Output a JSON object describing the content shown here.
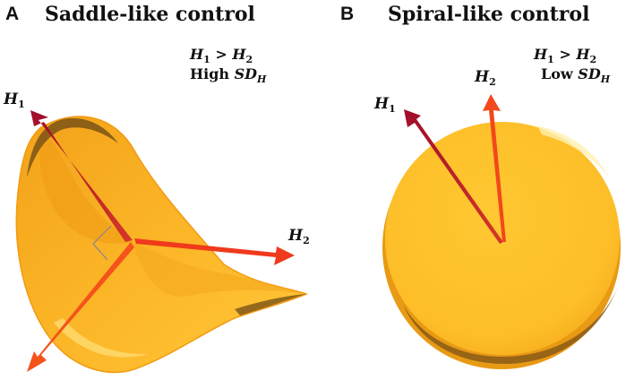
{
  "panels": {
    "a": {
      "letter": "A",
      "title": "Saddle-like control",
      "relation": {
        "h1": "H",
        "h1_sub": "1",
        "op": " > ",
        "h2": "H",
        "h2_sub": "2"
      },
      "sd": {
        "prefix": "High ",
        "sd": "SD",
        "sd_sub": "H"
      },
      "vec1": {
        "base": "H",
        "sub": "1"
      },
      "vec2": {
        "base": "H",
        "sub": "2"
      }
    },
    "b": {
      "letter": "B",
      "title": "Spiral-like control",
      "relation": {
        "h1": "H",
        "h1_sub": "1",
        "op": " > ",
        "h2": "H",
        "h2_sub": "2"
      },
      "sd": {
        "prefix": "Low ",
        "sd": "SD",
        "sd_sub": "H"
      },
      "vec1": {
        "base": "H",
        "sub": "1"
      },
      "vec2": {
        "base": "H",
        "sub": "2"
      }
    }
  },
  "colors": {
    "surface_light": "#FFC62E",
    "surface_mid": "#F7A81E",
    "surface_dark": "#E4900E",
    "edge_shadow": "#8A5A16",
    "arrow_dark_red": "#B0102A",
    "arrow_red": "#F23A1A",
    "arrow_orange": "#FF5A10"
  }
}
